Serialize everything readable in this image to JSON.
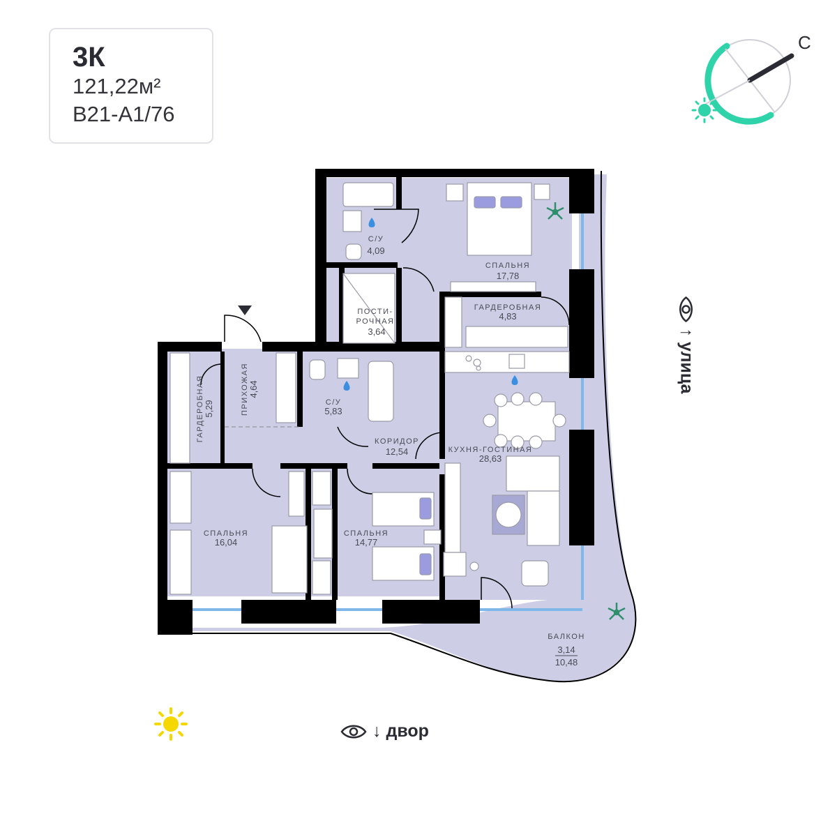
{
  "apartment": {
    "type": "3К",
    "area": "121,22м²",
    "code": "В21-А1/76"
  },
  "compass": {
    "north_letter": "С",
    "accent_color": "#2ed3a9",
    "needle_color": "#2b2b33"
  },
  "rooms": {
    "bath1": {
      "name": "С/У",
      "area": "4,09"
    },
    "bedroom_main": {
      "name": "СПАЛЬНЯ",
      "area": "17,78"
    },
    "linen": {
      "name1": "ПОСТИ-",
      "name2": "РОЧНАЯ",
      "area": "3,64"
    },
    "wardrobe_main": {
      "name": "ГАРДЕРОБНАЯ",
      "area": "4,83"
    },
    "bath2": {
      "name": "С/У",
      "area": "5,83"
    },
    "hall": {
      "name": "ПРИХОЖАЯ",
      "area": "4,64"
    },
    "wardrobe_left": {
      "name": "ГАРДЕРОБНАЯ",
      "area": "5,29"
    },
    "corridor": {
      "name": "КОРИДОР",
      "area": "12,54"
    },
    "kitchen": {
      "name": "КУХНЯ-ГОСТИНАЯ",
      "area": "28,63"
    },
    "bedroom_left": {
      "name": "СПАЛЬНЯ",
      "area": "16,04"
    },
    "bedroom_mid": {
      "name": "СПАЛЬНЯ",
      "area": "14,77"
    },
    "balcony": {
      "name": "БАЛКОН",
      "area1": "3,14",
      "area2": "10,48"
    }
  },
  "views": {
    "yard": "↓ двор",
    "street": "↑ улица"
  },
  "colors": {
    "floor": "#cdcde6",
    "wall": "#000000",
    "window": "#7fb8e8",
    "plant": "#2f8f6b",
    "sun": "#f5d800",
    "water_drop": "#3a8fe0"
  }
}
